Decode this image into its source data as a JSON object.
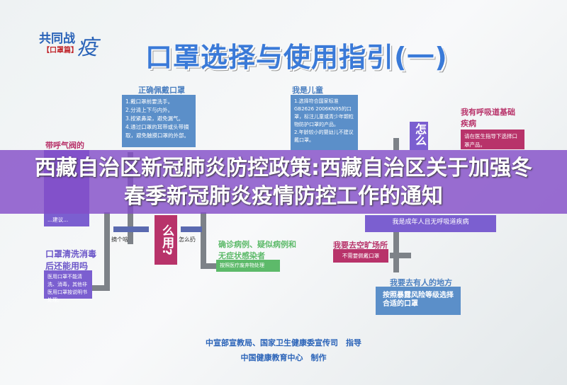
{
  "logo": {
    "line1": "共同战",
    "char": "疫",
    "tag": "【口罩篇】"
  },
  "title": "口罩选择与使用指引(一)",
  "correct_wear": {
    "heading": "正确佩戴口罩",
    "items": [
      "1.戴口罩前要洗手。",
      "2.分清上下与内外。",
      "3.按紧鼻梁，避免漏气。",
      "4.通过口罩的耳带或头带摘取，避免触摸口罩的外部。"
    ]
  },
  "child": {
    "heading": "我是儿童",
    "items": [
      "1.选择符合国家标准GB2626 2006KN95的口罩，标注儿童或青少年颗粒物防护口罩的产品。",
      "2.年龄较小的婴幼儿不建议戴口罩。"
    ]
  },
  "respiratory": {
    "heading": "我有呼吸道基础疾病",
    "text": "请在医生指导下选择口罩产品。"
  },
  "how_vertical": "怎么",
  "how_use": "么用?",
  "valve": {
    "heading": "带呼气阀的",
    "text": "...建议..."
  },
  "adult": "我是成年人且无呼吸道疾病",
  "take_off": "摘个啥",
  "throw": "怎么扔",
  "wash": {
    "heading": "口罩清洗消毒后还能用吗",
    "text": "医用口罩不能清洗、消毒，其他非医用口罩按说明书处理。"
  },
  "confirmed": {
    "heading": "确诊病例、疑似病例和无症状感染者",
    "text": "按照医疗废弃物处理"
  },
  "open_space": {
    "heading": "我要去空旷场所",
    "text": "不需要佩戴口罩"
  },
  "crowded": {
    "heading": "我要去有人的地方",
    "text": "按照暴露风险等级选择合适的口罩"
  },
  "footer": {
    "line1": "中宣部宣教局、国家卫生健康委宣传司　指导",
    "line2": "中国健康教育中心　制作"
  },
  "overlay_title": "西藏自治区新冠肺炎防控政策:西藏自治区关于加强冬春季新冠肺炎疫情防控工作的通知"
}
